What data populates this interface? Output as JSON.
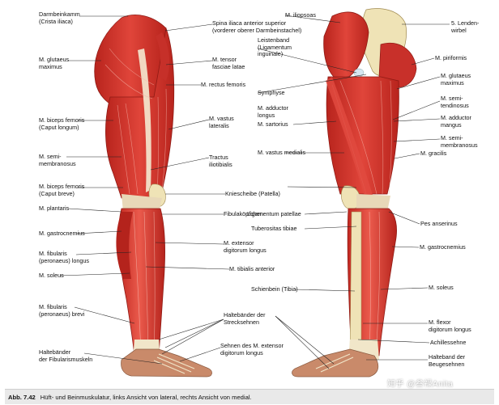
{
  "labels": [
    {
      "key": "darmbeinkamm",
      "text": "Darmbeinkamm\n(Crista iliaca)"
    },
    {
      "key": "spina_iliaca",
      "text": "Spina iliaca anterior superior\n(vorderer oberer Darmbeinstachel)"
    },
    {
      "key": "glutaeus_maximus_left",
      "text": "M. glutaeus\nmaximus"
    },
    {
      "key": "tensor_fasciae",
      "text": "M. tensor\nfasciae latae"
    },
    {
      "key": "rectus_femoris",
      "text": "M. rectus femoris"
    },
    {
      "key": "vastus_lateralis",
      "text": "M. vastus\nlateralis"
    },
    {
      "key": "biceps_longum",
      "text": "M. biceps femoris\n(Caput longum)"
    },
    {
      "key": "tractus",
      "text": "Tractus\niliotibialis"
    },
    {
      "key": "semimembranosus_left",
      "text": "M. semi-\nmembranosus"
    },
    {
      "key": "biceps_breve",
      "text": "M. biceps femoris\n(Caput breve)"
    },
    {
      "key": "kniescheibe",
      "text": "Kniescheibe (Patella)"
    },
    {
      "key": "plantaris",
      "text": "M. plantaris"
    },
    {
      "key": "fibulakopfchen",
      "text": "Fibulaköpfchen"
    },
    {
      "key": "gastrocnemius_left",
      "text": "M. gastrocnemius"
    },
    {
      "key": "extensor_digitorum",
      "text": "M. extensor\ndigitorum longus"
    },
    {
      "key": "fibularis_longus",
      "text": "M. fibularis\n(peronaeus) longus"
    },
    {
      "key": "tibialis_anterior",
      "text": "M. tibialis anterior"
    },
    {
      "key": "soleus_left",
      "text": "M. soleus"
    },
    {
      "key": "fibularis_brevi",
      "text": "M. fibularis\n(peronaeus) brevi"
    },
    {
      "key": "haltebander_streck",
      "text": "Haltebänder der\nStrecksehnen"
    },
    {
      "key": "sehnen_extensor",
      "text": "Sehnen des M. extensor\ndigitorum longus"
    },
    {
      "key": "haltebander_fibularis",
      "text": "Haltebänder\nder Fibularismuskeln"
    },
    {
      "key": "iliopsoas",
      "text": "M. iliopsoas"
    },
    {
      "key": "lendenwirbel",
      "text": "5. Lenden-\nwirbel"
    },
    {
      "key": "leistenband",
      "text": "Leistenband\n(Ligamentum\ninguinale)"
    },
    {
      "key": "piriformis",
      "text": "M. piriformis"
    },
    {
      "key": "symphyse",
      "text": "Symphyse"
    },
    {
      "key": "glutaeus_maximus_right",
      "text": "M. glutaeus\nmaximus"
    },
    {
      "key": "adductor_longus",
      "text": "M. adductor\nlongus"
    },
    {
      "key": "semitendinosus",
      "text": "M. semi-\ntendinosus"
    },
    {
      "key": "sartorius",
      "text": "M. sartorius"
    },
    {
      "key": "adductor_magnus",
      "text": "M. adductor\nmangus"
    },
    {
      "key": "semimembranosus_right",
      "text": "M. semi-\nmembranosus"
    },
    {
      "key": "vastus_medialis",
      "text": "M. vastus medialis"
    },
    {
      "key": "gracilis",
      "text": "M. gracilis"
    },
    {
      "key": "ligamentum_patellae",
      "text": "Ligamentum patellae"
    },
    {
      "key": "tuberositas",
      "text": "Tuberositas tibiae"
    },
    {
      "key": "pes_anserinus",
      "text": "Pes anserinus"
    },
    {
      "key": "gastrocnemius_right",
      "text": "M. gastrocnemius"
    },
    {
      "key": "schienbein",
      "text": "Schienbein (Tibia)"
    },
    {
      "key": "soleus_right",
      "text": "M. soleus"
    },
    {
      "key": "flexor_digitorum",
      "text": "M. flexor\ndigitorum longus"
    },
    {
      "key": "achillessehne",
      "text": "Achillessehne"
    },
    {
      "key": "haltebander_beuge",
      "text": "Halteband der\nBeugesehnen"
    }
  ],
  "caption": {
    "number": "Abb. 7.42",
    "text": "Hüft- und Beinmuskulatur, links Ansicht von lateral, rechts Ansicht von medial."
  },
  "watermark": "知乎 @叁禄Anita",
  "colors": {
    "muscle": "#d8322a",
    "muscle_dark": "#a8201b",
    "tendon": "#f1e6c9",
    "bone": "#efe3b6",
    "skin": "#c98a6a",
    "leader": "#222222"
  }
}
